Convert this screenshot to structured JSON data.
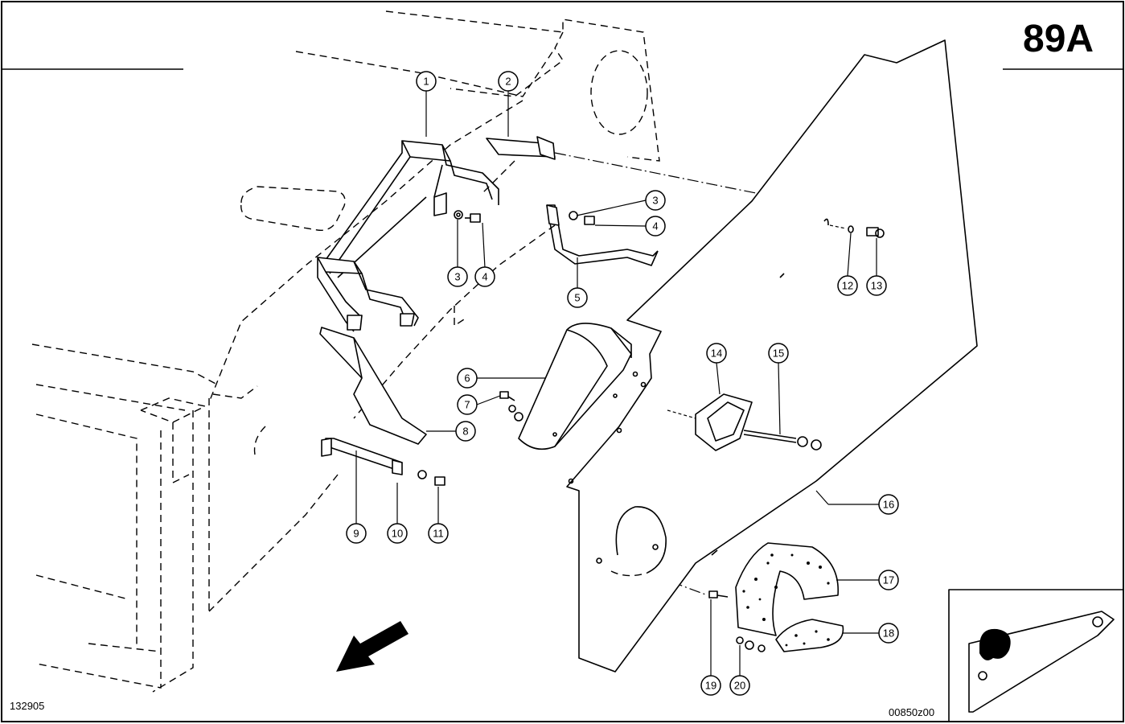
{
  "page_number": "89A",
  "image_number": "132905",
  "drawing_code": "00850z00",
  "callouts": [
    "1",
    "2",
    "3",
    "3",
    "4",
    "4",
    "5",
    "6",
    "7",
    "8",
    "9",
    "10",
    "11",
    "12",
    "13",
    "14",
    "15",
    "16",
    "17",
    "18",
    "19",
    "20"
  ],
  "icons": {
    "direction": "arrow-icon",
    "locator": "locator-inset"
  }
}
